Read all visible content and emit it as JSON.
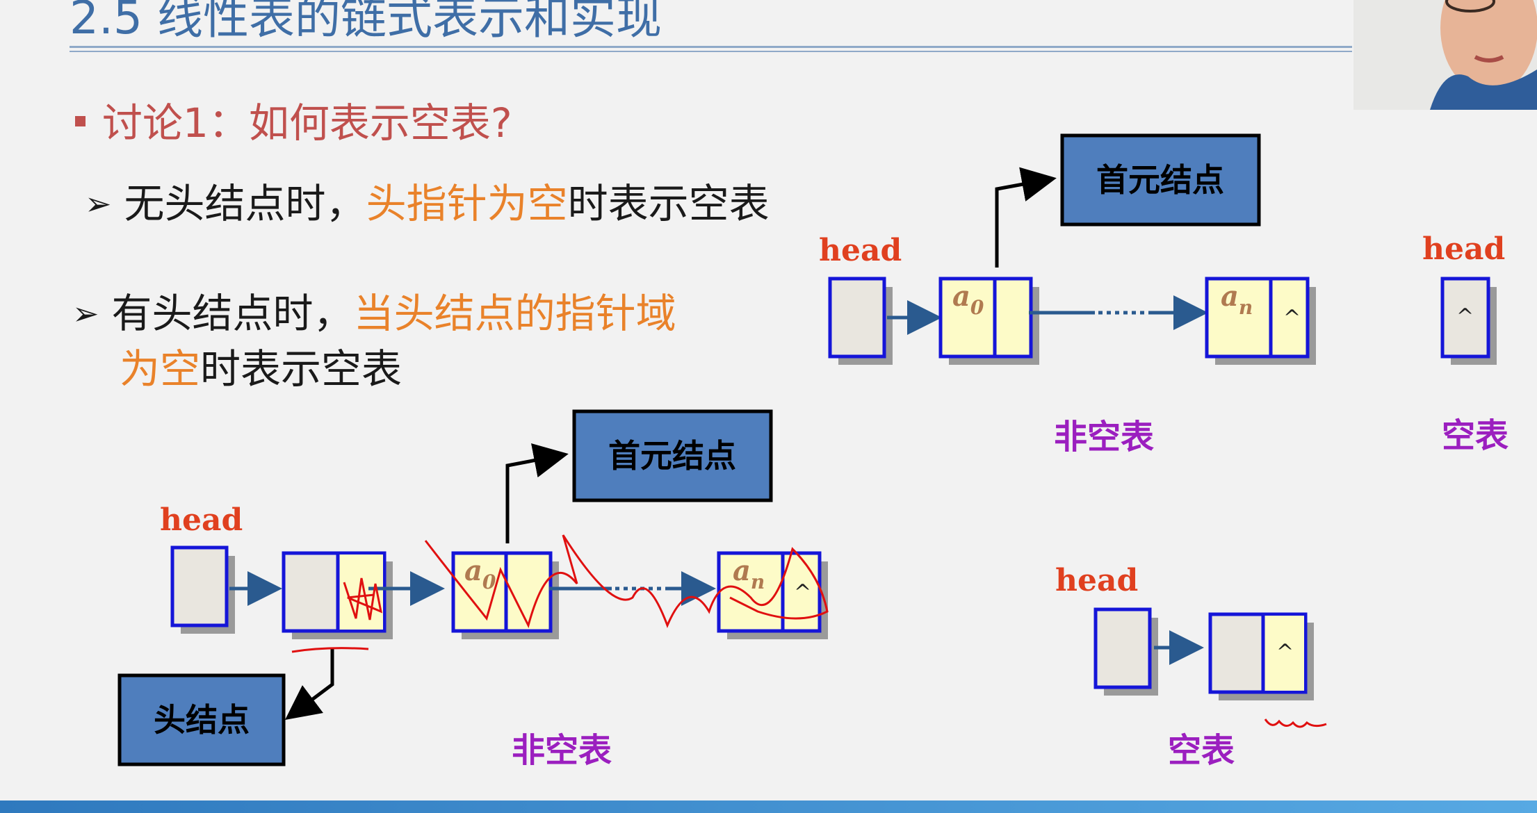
{
  "slide": {
    "title": "2.5 线性表的链式表示和实现",
    "question": "讨论1：如何表示空表?",
    "point1": {
      "prefix": "无头结点时，",
      "highlight": "头指针为空",
      "suffix": "时表示空表"
    },
    "point2": {
      "prefix": "有头结点时，",
      "highlight_line1": "当头结点的指针域",
      "highlight_line2": "为空",
      "suffix_line2": "时表示空表"
    }
  },
  "diagram_no_head": {
    "head_label": "head",
    "first_node_label": "首元结点",
    "node_a0": "a",
    "node_a0_sub": "0",
    "node_an": "a",
    "node_an_sub": "n",
    "null_symbol": "^",
    "caption": "非空表"
  },
  "diagram_no_head_empty": {
    "head_label": "head",
    "null_symbol": "^",
    "caption": "空表"
  },
  "diagram_with_head": {
    "head_label": "head",
    "first_node_label": "首元结点",
    "head_node_label": "头结点",
    "node_a0": "a",
    "node_a0_sub": "0",
    "node_an": "a",
    "node_an_sub": "n",
    "null_symbol": "^",
    "caption": "非空表"
  },
  "diagram_with_head_empty": {
    "head_label": "head",
    "null_symbol": "^",
    "caption": "空表"
  },
  "colors": {
    "title": "#3f6ea6",
    "question": "#c0504d",
    "highlight": "#e9822a",
    "head_label": "#e0401f",
    "node_border": "#1515d8",
    "node_fill": "#fdfbc8",
    "pointer_fill": "#e9e6df",
    "label_box": "#4f7ebd",
    "caption": "#9b1fbf",
    "annotation": "#e01010"
  }
}
